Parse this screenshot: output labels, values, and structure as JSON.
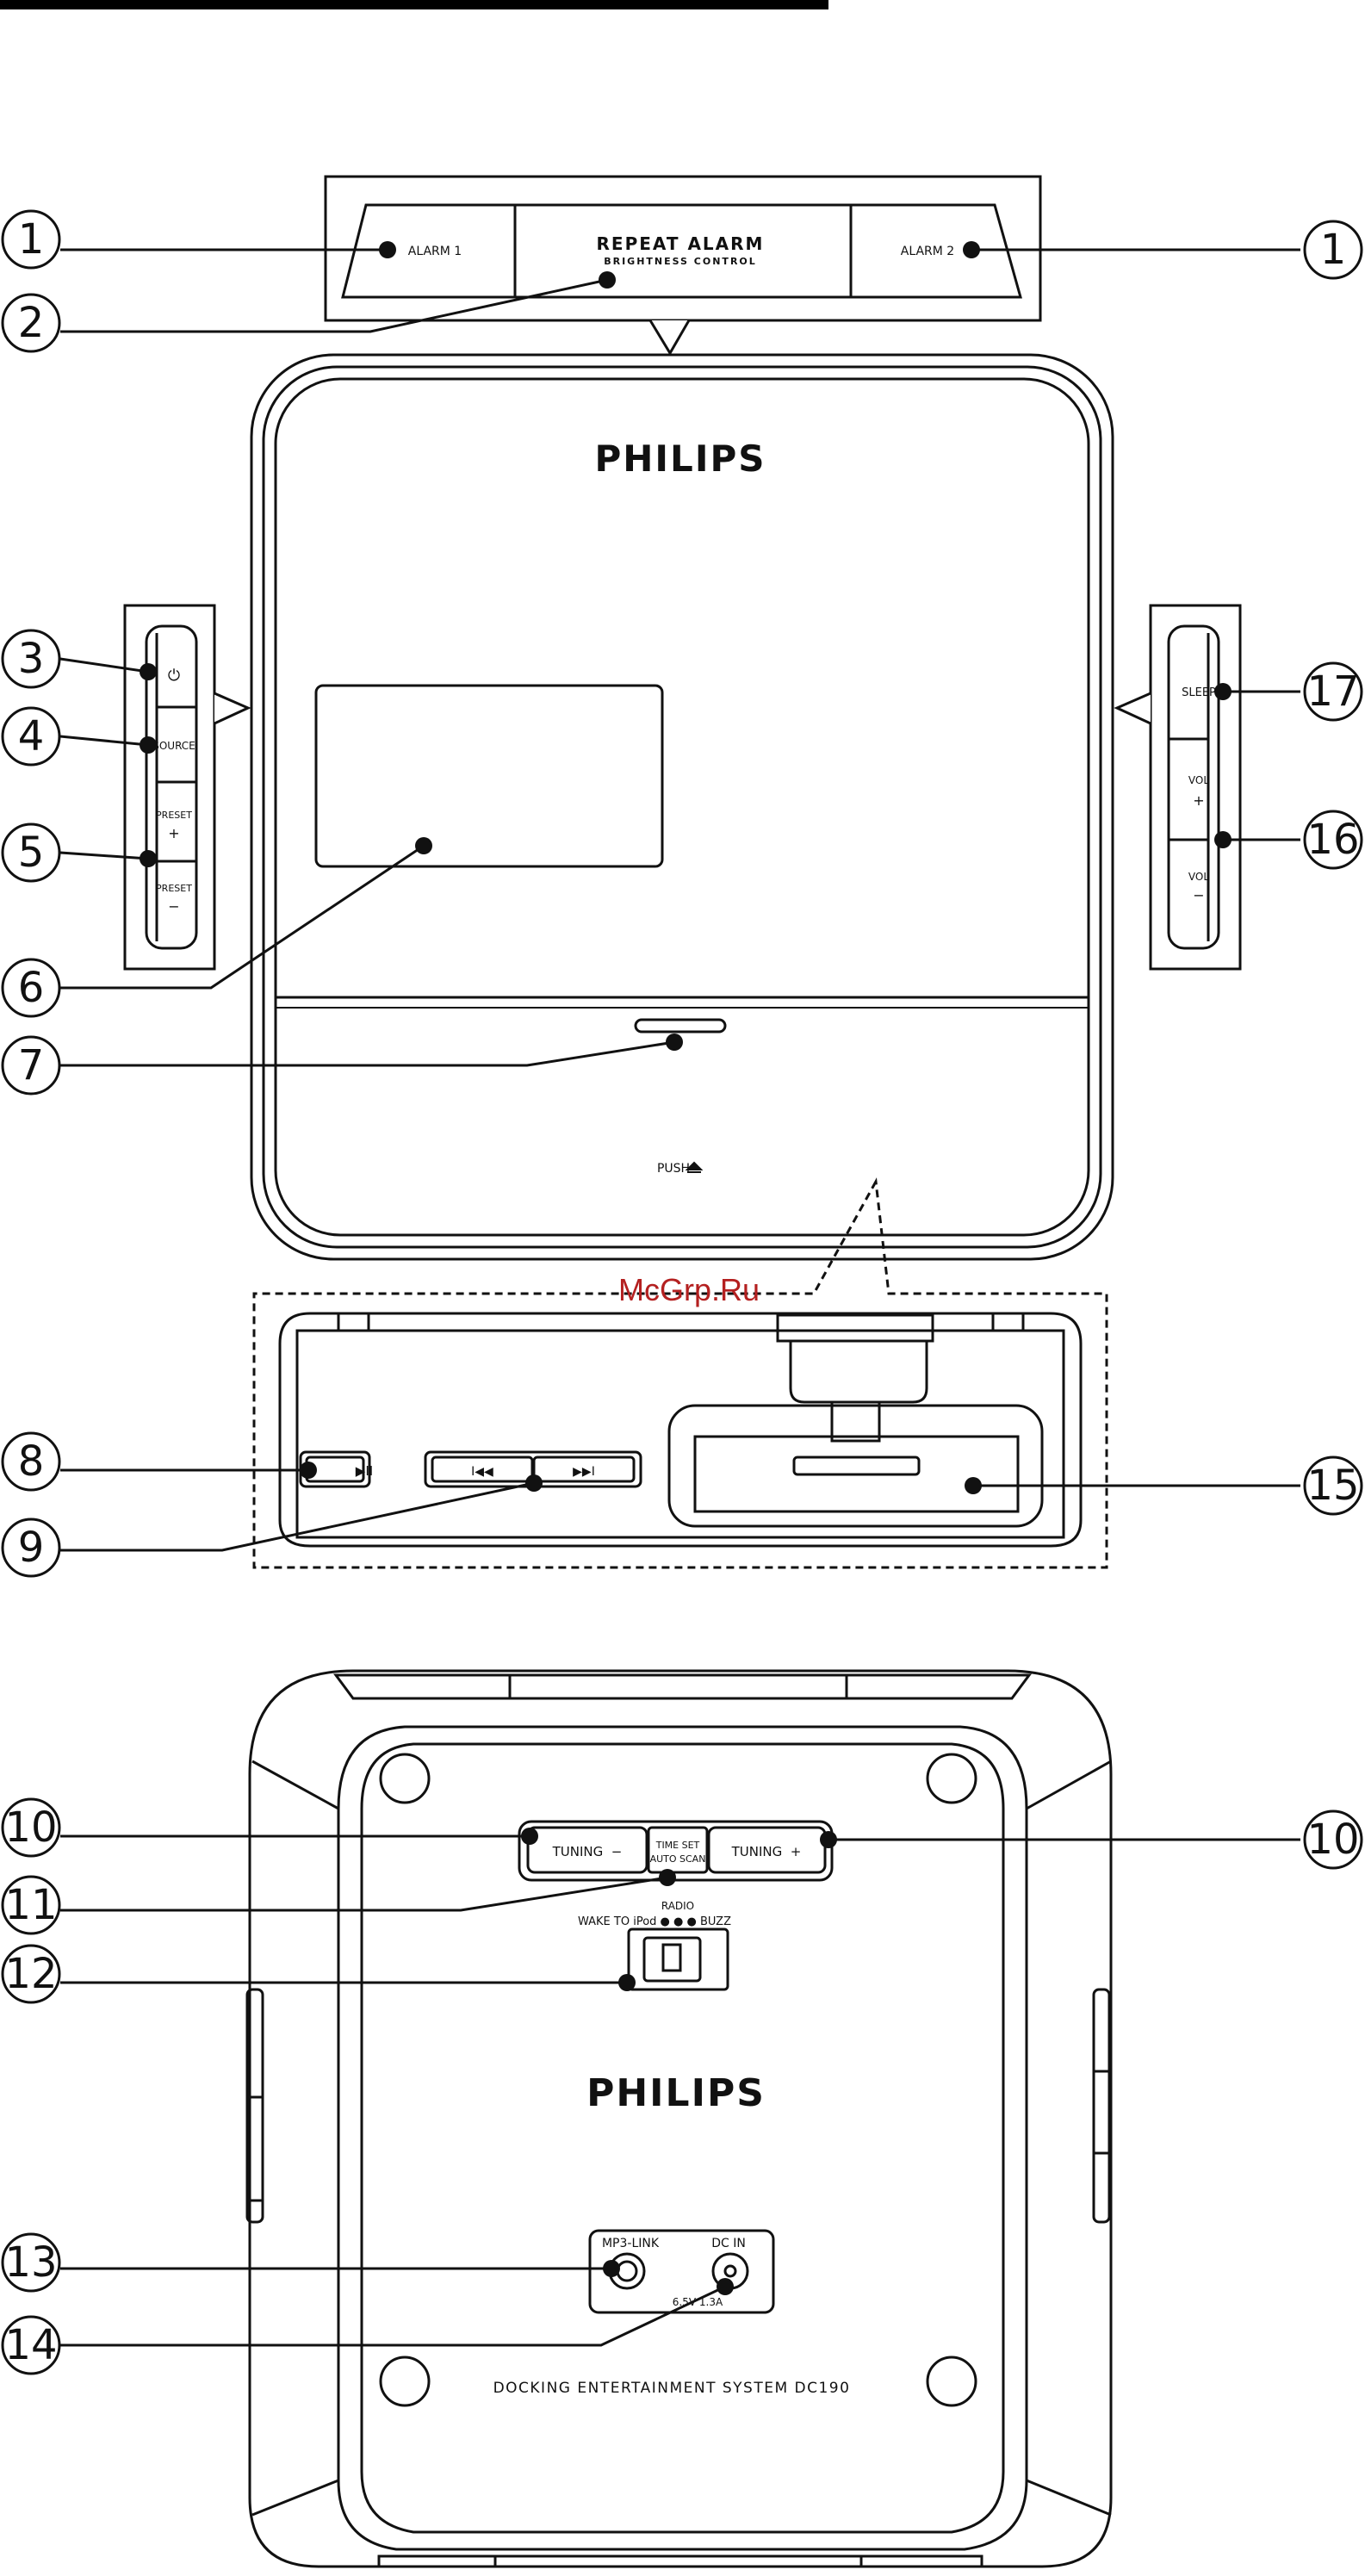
{
  "top_panel": {
    "alarm1": "ALARM 1",
    "alarm2": "ALARM 2",
    "repeat_alarm": "REPEAT ALARM",
    "brightness_control": "BRIGHTNESS CONTROL"
  },
  "front": {
    "brand": "PHILIPS",
    "push_label": "PUSH",
    "left_buttons": {
      "power_symbol": "⏻",
      "source": "SOURCE",
      "preset": "PRESET",
      "plus": "+",
      "minus": "−"
    },
    "right_buttons": {
      "sleep": "SLEEP",
      "vol": "VOL",
      "plus": "+",
      "minus": "−"
    }
  },
  "dock": {
    "play_pause": "▶II",
    "prev": "I◀◀",
    "next": "▶▶I"
  },
  "watermark": "McGrp.Ru",
  "back": {
    "brand": "PHILIPS",
    "tuning_minus": "TUNING  −",
    "tuning_plus": "TUNING  +",
    "time_set": "TIME SET",
    "auto_scan": "AUTO SCAN",
    "radio": "RADIO",
    "wake_to": "WAKE TO iPod ● ● ● BUZZ",
    "mp3_link": "MP3-LINK",
    "dc_in": "DC IN",
    "dc_rating": "6.5V  1.3A",
    "model": "DOCKING ENTERTAINMENT SYSTEM DC190"
  },
  "callouts": [
    "1",
    "1",
    "2",
    "3",
    "4",
    "5",
    "6",
    "7",
    "8",
    "9",
    "15",
    "10",
    "10",
    "11",
    "12",
    "13",
    "14",
    "16",
    "17"
  ]
}
